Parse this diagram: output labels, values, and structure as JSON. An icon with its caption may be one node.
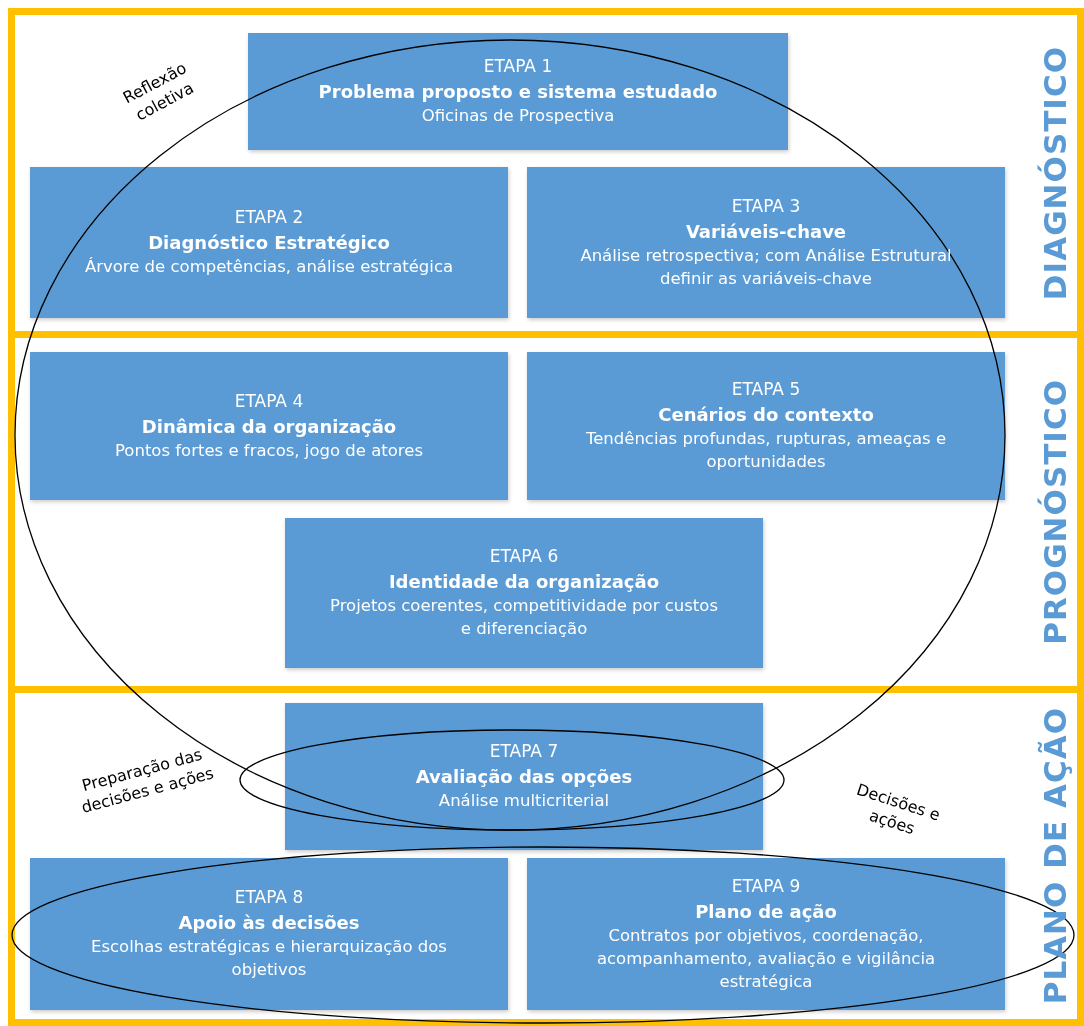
{
  "diagram": {
    "nodes": [
      {
        "text": [
          "DIAGNÓSTICO"
        ]
      },
      {
        "text": [
          "ETAPA 1",
          "Problema proposto e sistema estudado",
          "Oficinas de Prospectiva"
        ],
        "in": 0
      },
      {
        "text": [
          "ETAPA 2",
          "Diagnóstico Estratégico",
          "Árvore de competências, análise estratégica"
        ],
        "in": 0
      },
      {
        "text": [
          "ETAPA 3",
          "Variáveis-chave",
          "Análise retrospectiva; com Análise Estrutural definir as variáveis-chave"
        ],
        "in": 0
      },
      {
        "text": [
          "PROGNÓSTICO"
        ]
      },
      {
        "text": [
          "ETAPA 4",
          "Dinâmica da organização",
          "Pontos fortes e fracos, jogo de atores"
        ],
        "in": 4
      },
      {
        "text": [
          "ETAPA 5",
          "Cenários do contexto",
          "Tendências profundas, rupturas, ameaças e oportunidades"
        ],
        "in": 4
      },
      {
        "text": [
          "ETAPA 6",
          "Identidade da organização",
          "Projetos coerentes, competitividade por custos e diferenciação"
        ],
        "in": 4
      },
      {
        "text": [
          "PLANO DE AÇÃO"
        ]
      },
      {
        "text": [
          "ETAPA 7",
          "Avaliação das opções",
          "Análise multicriterial"
        ],
        "in": 8
      },
      {
        "text": [
          "ETAPA 8",
          "Apoio às decisões",
          "Escolhas estratégicas e hierarquização dos objetivos"
        ],
        "in": 8
      },
      {
        "text": [
          "ETAPA 9",
          "Plano de ação",
          "Contratos por objetivos, coordenação, acompanhamento, avaliação e vigilância estratégica"
        ],
        "in": 8
      }
    ],
    "edges": [],
    "labels": [
      "Reflexão coletiva",
      "Preparação das decisões e ações",
      "Decisões e ações"
    ]
  }
}
